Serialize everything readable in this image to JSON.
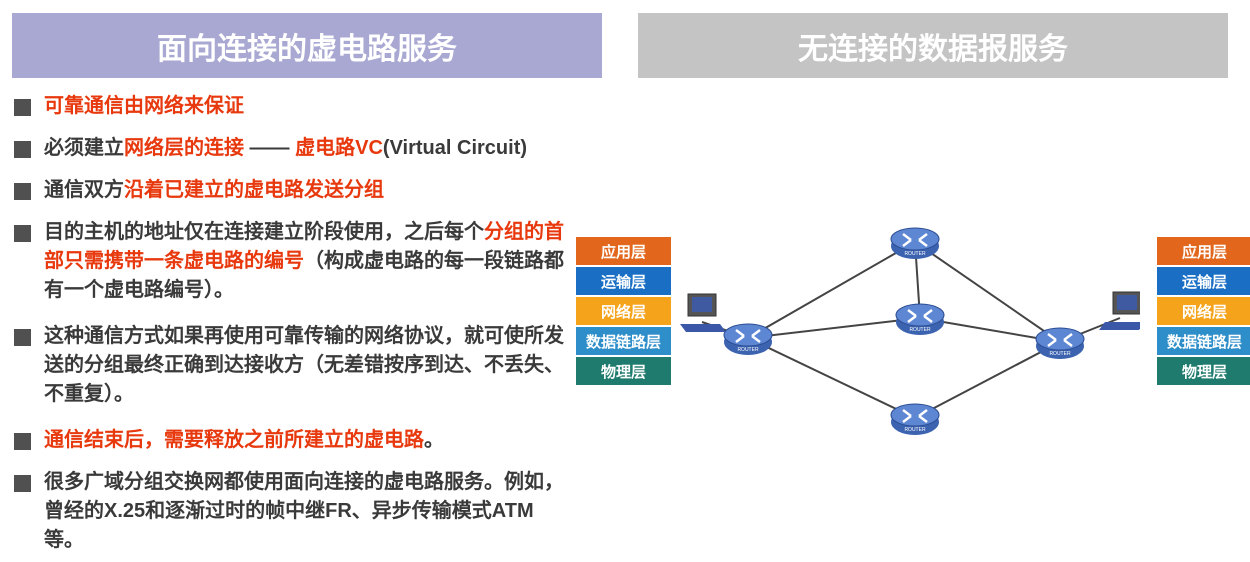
{
  "headers": {
    "left": "面向连接的虚电路服务",
    "right": "无连接的数据报服务"
  },
  "bullets": [
    {
      "parts": [
        {
          "t": "可靠通信由网络来保证",
          "red": true
        }
      ]
    },
    {
      "parts": [
        {
          "t": "必须建立"
        },
        {
          "t": "网络层的连接",
          "red": true
        },
        {
          "t": " —— "
        },
        {
          "t": "虚电路VC",
          "red": true
        },
        {
          "t": "(Virtual Circuit)"
        }
      ]
    },
    {
      "parts": [
        {
          "t": "通信双方"
        },
        {
          "t": "沿着已建立的虚电路发送分组",
          "red": true
        }
      ]
    },
    {
      "parts": [
        {
          "t": "目的主机的地址仅在连接建立阶段使用，之后每个"
        },
        {
          "t": "分组的首部只需携带一条虚电路的编号",
          "red": true
        },
        {
          "t": "（构成虚电路的每一段链路都有一个虚电路编号）。"
        }
      ]
    },
    {
      "parts": [
        {
          "t": "这种通信方式如果再使用可靠传输的网络协议，就可使所发送的分组最终正确到达接收方（无差错按序到达、不丢失、不重复）。"
        }
      ]
    },
    {
      "parts": [
        {
          "t": "通信结束后，需要释放之前所建立的虚电路",
          "red": true
        },
        {
          "t": "。"
        }
      ]
    },
    {
      "parts": [
        {
          "t": "很多广域分组交换网都使用面向连接的虚电路服务。例如，曾经的X.25和逐渐过时的帧中继FR、异步传输模式ATM等。"
        }
      ]
    }
  ],
  "layers": [
    "应用层",
    "运输层",
    "网络层",
    "数据链路层",
    "物理层"
  ],
  "layer_colors": [
    "#e2671d",
    "#1a6fc4",
    "#f5a31a",
    "#2e8ec9",
    "#1f7b6e"
  ],
  "router_label": "ROUTER"
}
